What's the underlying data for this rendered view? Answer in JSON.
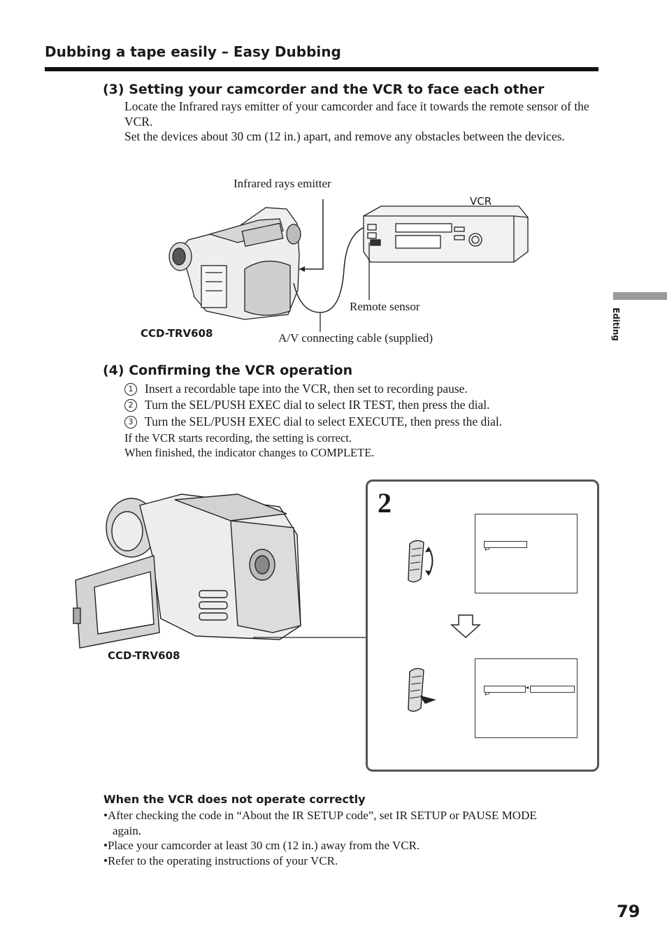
{
  "header": {
    "title": "Dubbing a tape easily – Easy Dubbing"
  },
  "section3": {
    "title": "(3) Setting your camcorder and the VCR to face each other",
    "paragraph1": "Locate the Infrared rays emitter of your camcorder and face it towards the remote sensor of the VCR.",
    "paragraph2": "Set the devices about 30 cm (12 in.) apart, and remove any obstacles between the devices.",
    "figure": {
      "label_emitter": "Infrared rays emitter",
      "label_vcr": "VCR",
      "label_sensor": "Remote sensor",
      "label_cable": "A/V connecting cable (supplied)",
      "label_model": "CCD-TRV608"
    }
  },
  "section4": {
    "title": "(4) Confirming the VCR operation",
    "steps": [
      {
        "num": "1",
        "text": "Insert a recordable tape into the VCR, then set to recording pause."
      },
      {
        "num": "2",
        "text": "Turn the SEL/PUSH EXEC dial to select IR TEST, then press the dial."
      },
      {
        "num": "3",
        "text": "Turn the SEL/PUSH EXEC dial to select EXECUTE, then press the dial."
      }
    ],
    "note1": "If the VCR starts recording, the setting is correct.",
    "note2": "When finished, the indicator changes to COMPLETE.",
    "figure": {
      "label_model": "CCD-TRV608",
      "panel_step": "2"
    }
  },
  "side": {
    "label": "Editing"
  },
  "troubleshoot": {
    "title": "When the VCR does not operate correctly",
    "bullets": [
      "After checking the code in “About the IR SETUP code”, set IR SETUP or PAUSE MODE again.",
      "Place your camcorder at least 30 cm (12 in.) away from the VCR.",
      "Refer to the operating instructions of your VCR."
    ]
  },
  "page_number": "79"
}
